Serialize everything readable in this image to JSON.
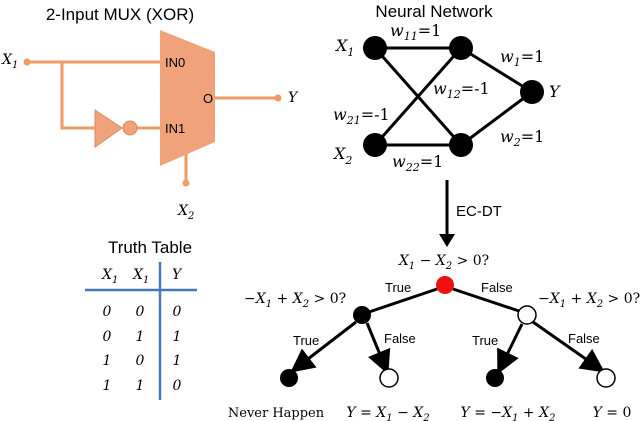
{
  "mux": {
    "title": "2-Input MUX (XOR)",
    "in0_label": "IN0",
    "in1_label": "IN1",
    "out_label": "O",
    "x1_label": "X",
    "x1_sub": "1",
    "x2_label": "X",
    "x2_sub": "2",
    "y_label": "Y",
    "colors": {
      "wire": "#ee9b66",
      "body": "#f0a27a"
    }
  },
  "network": {
    "title": "Neural Network",
    "x1": "X",
    "x1_sub": "1",
    "x2": "X",
    "x2_sub": "2",
    "y": "Y",
    "w11": "w",
    "w11_sub": "11",
    "w11_val": "=1",
    "w12": "w",
    "w12_sub": "12",
    "w12_val": "=-1",
    "w21": "w",
    "w21_sub": "21",
    "w21_val": "=-1",
    "w22": "w",
    "w22_sub": "22",
    "w22_val": "=1",
    "w1": "w",
    "w1_sub": "1",
    "w1_val": "=1",
    "w2": "w",
    "w2_sub": "2",
    "w2_val": "=1"
  },
  "arrow_label": "EC-DT",
  "truth_table": {
    "title": "Truth Table",
    "headers": [
      {
        "name": "X",
        "sub": "1"
      },
      {
        "name": "X",
        "sub": "1"
      },
      {
        "name": "Y",
        "sub": ""
      }
    ],
    "rows": [
      [
        "0",
        "0",
        "0"
      ],
      [
        "0",
        "1",
        "1"
      ],
      [
        "1",
        "0",
        "1"
      ],
      [
        "1",
        "1",
        "0"
      ]
    ],
    "colors": {
      "rule": "#4a78b5"
    }
  },
  "tree": {
    "root_cond": {
      "a": "X",
      "a_sub": "1",
      "op": " − ",
      "b": "X",
      "b_sub": "2",
      "tail": " > 0?"
    },
    "left_cond": {
      "pre": "−",
      "a": "X",
      "a_sub": "1",
      "op": " + ",
      "b": "X",
      "b_sub": "2",
      "tail": " > 0?"
    },
    "right_cond": {
      "pre": "−",
      "a": "X",
      "a_sub": "1",
      "op": " + ",
      "b": "X",
      "b_sub": "2",
      "tail": " > 0?"
    },
    "true_label": "True",
    "false_label": "False",
    "leaf1": "Never Happen",
    "leaf2": {
      "a": "Y",
      "eq": " = ",
      "b": "X",
      "b_sub": "1",
      "op": " − ",
      "c": "X",
      "c_sub": "2"
    },
    "leaf3": {
      "a": "Y",
      "eq": " = −",
      "b": "X",
      "b_sub": "1",
      "op": " + ",
      "c": "X",
      "c_sub": "2"
    },
    "leaf4": {
      "a": "Y",
      "eq": " = ",
      "b": "0"
    },
    "colors": {
      "root": "#ee1111",
      "node": "#000000"
    }
  }
}
